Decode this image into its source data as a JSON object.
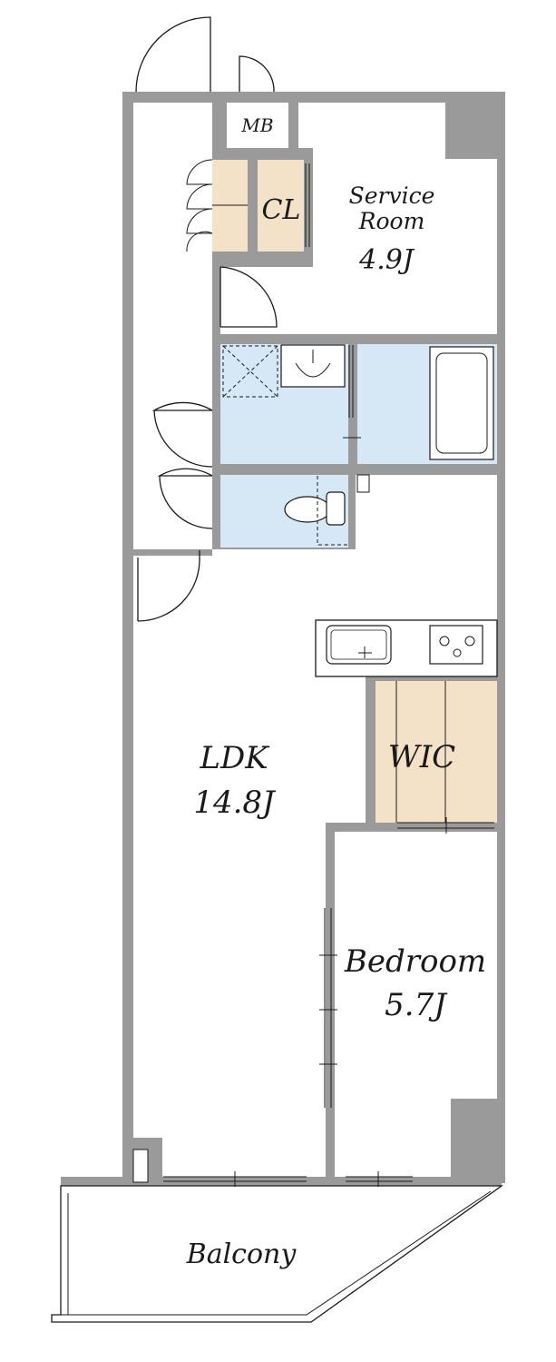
{
  "rooms": {
    "mb": "MB",
    "cl": "CL",
    "service_name_1": "Service",
    "service_name_2": "Room",
    "service_size": "4.9J",
    "ldk_name": "LDK",
    "ldk_size": "14.8J",
    "wic": "WIC",
    "bedroom_name": "Bedroom",
    "bedroom_size": "5.7J",
    "balcony": "Balcony"
  },
  "colors": {
    "wall": "#9a9a9a",
    "water_area": "#d6e8f5",
    "storage": "#f3e2c7",
    "floor": "#ffffff",
    "line": "#1a1a1a"
  }
}
